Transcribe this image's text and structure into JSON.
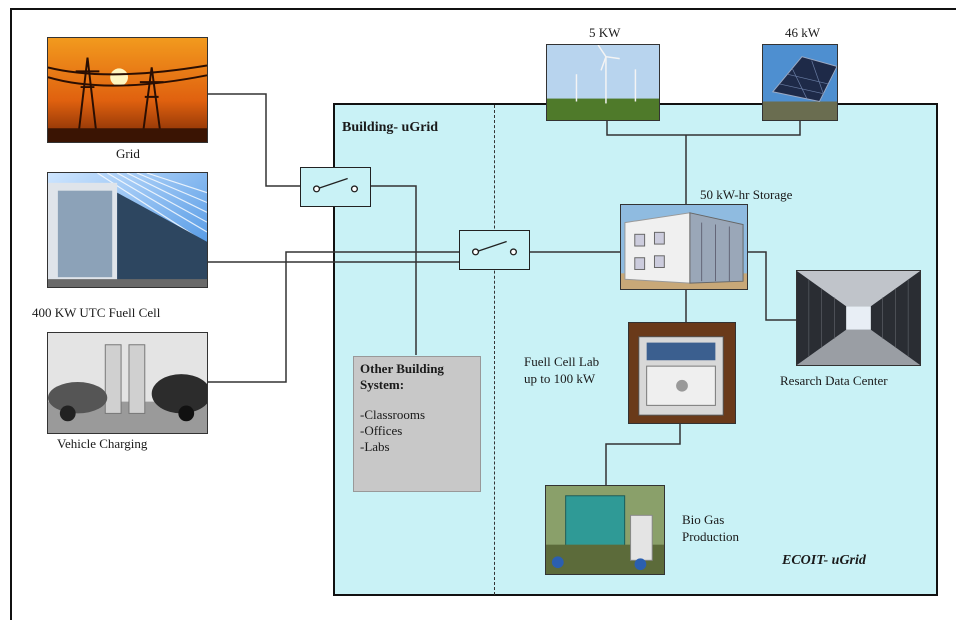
{
  "left_sources": {
    "grid_label": "Grid",
    "fuel_cell_label": "400 KW UTC Fuell Cell",
    "vehicle_label": "Vehicle Charging"
  },
  "top_sources": {
    "wind_label": "5 KW",
    "solar_label": "46 kW"
  },
  "building_ugrid_label": "Building- uGrid",
  "ecoit_ugrid_label": "ECOIT- uGrid",
  "storage_label": "50 kW-hr Storage",
  "fuel_cell_lab": {
    "line1": "Fuell Cell Lab",
    "line2": "up to 100 kW"
  },
  "data_center_label": "Resarch Data Center",
  "biogas": {
    "line1": "Bio Gas",
    "line2": "Production"
  },
  "other_building": {
    "title_line1": "Other Building",
    "title_line2": "System:",
    "items": [
      "-Classrooms",
      "-Offices",
      "-Labs"
    ]
  },
  "colors": {
    "ugrid_fill": "#c9f2f6",
    "other_building_fill": "#c8c8c8",
    "line": "#333333"
  }
}
